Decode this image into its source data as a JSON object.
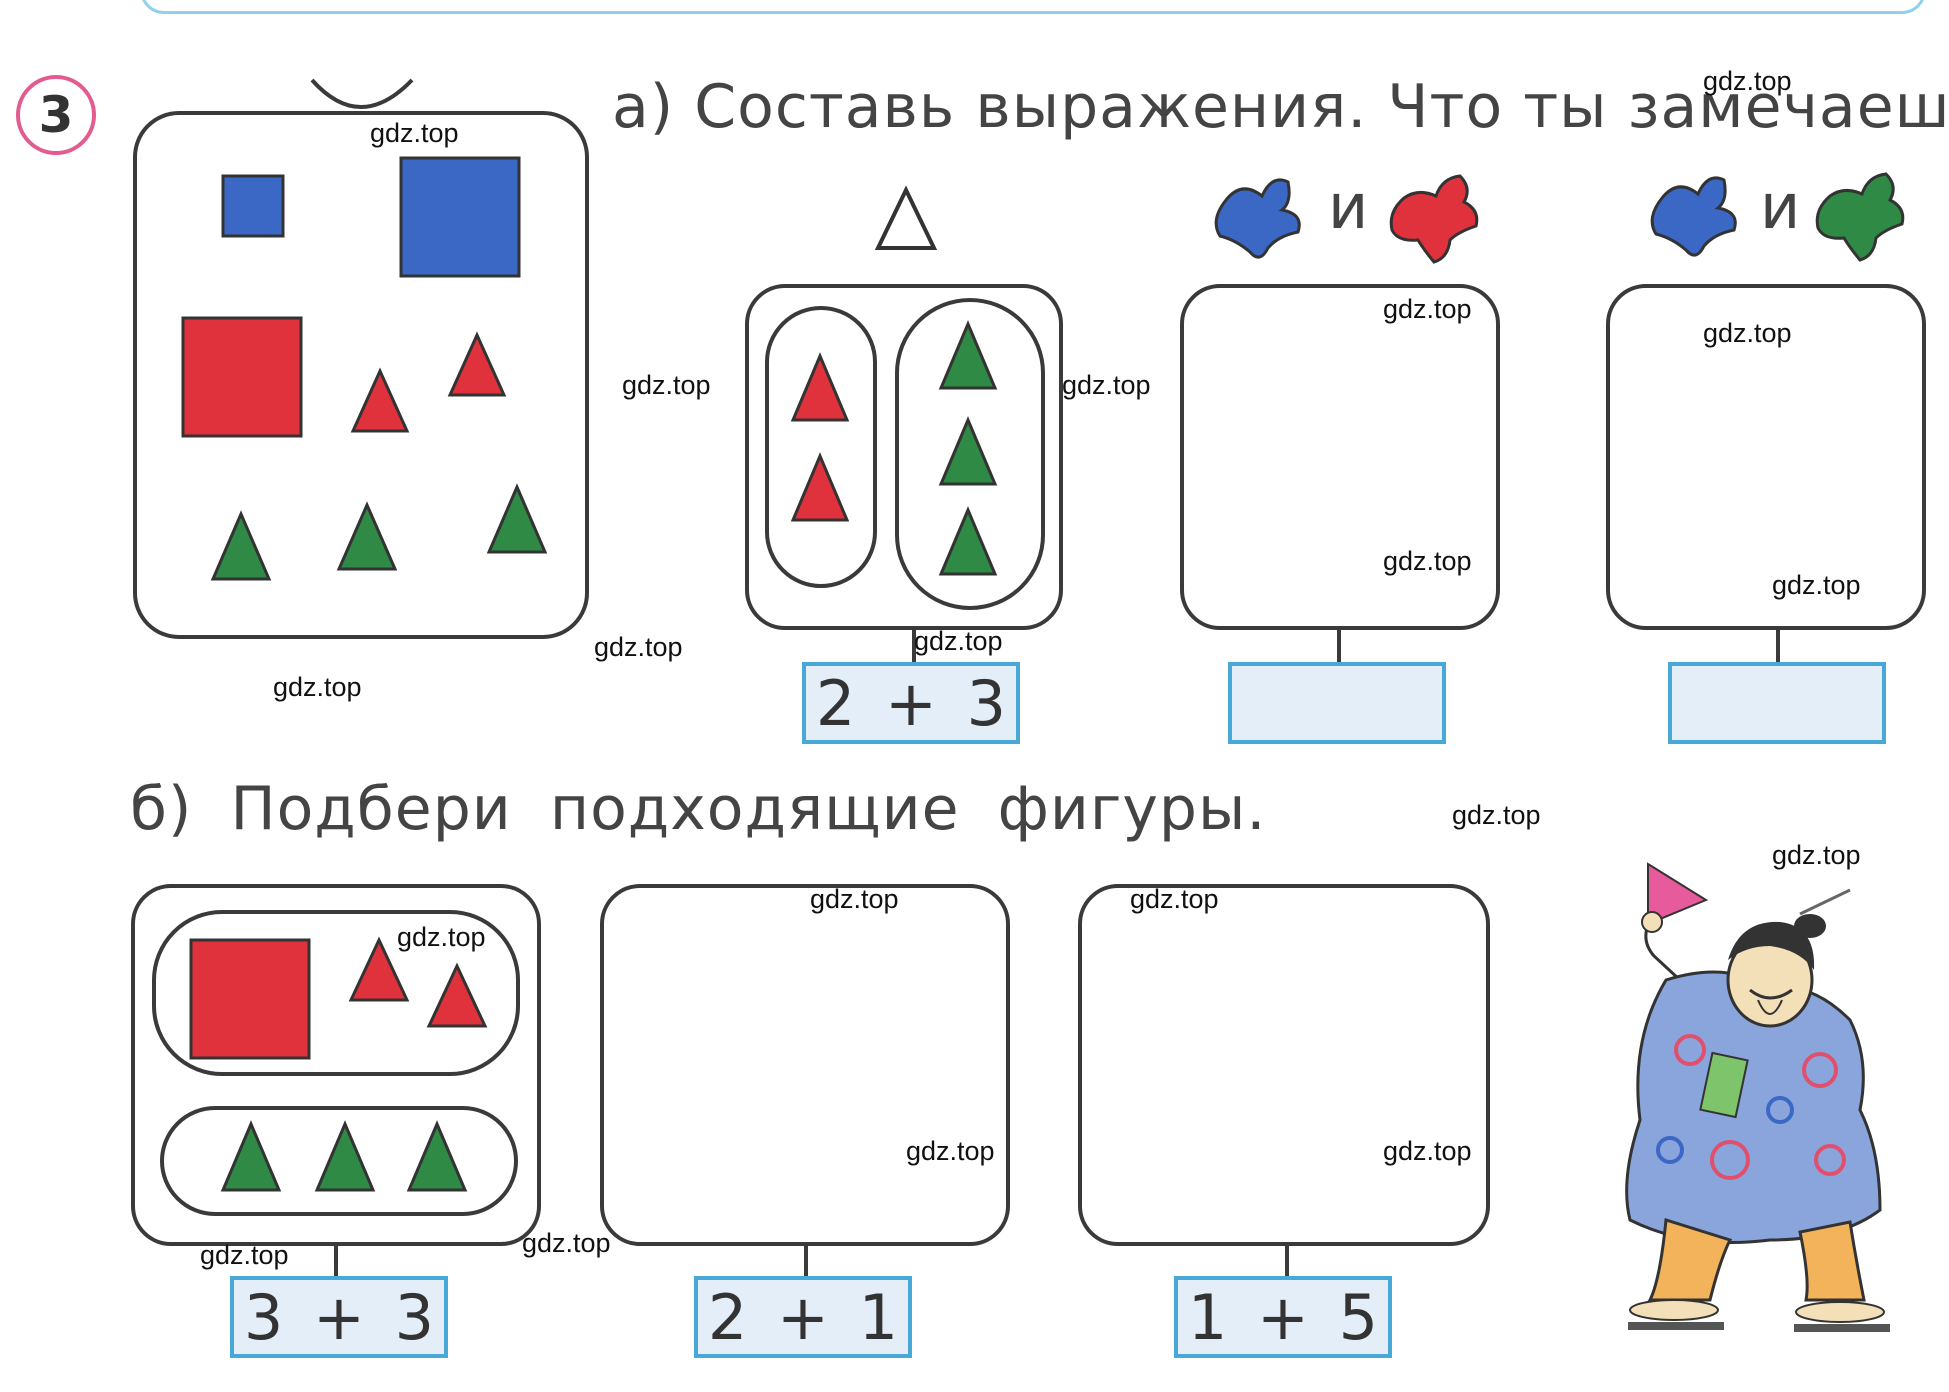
{
  "task": {
    "number": "3",
    "part_a_heading": "а) Составь выражения. Что ты замечаешь?",
    "part_b_heading": "б) Подбери подходящие фигуры."
  },
  "part_a": {
    "group1_label_icon": "triangle-outline-icon",
    "group1_answer": "2 + 3",
    "group2": {
      "and": "и",
      "left_blob": "blue-blob-icon",
      "right_blob": "red-blob-icon",
      "answer": ""
    },
    "group3": {
      "and": "и",
      "left_blob": "blue-blob-icon",
      "right_blob": "green-blob-icon",
      "answer": ""
    }
  },
  "part_b": {
    "answers": [
      "3 + 3",
      "2 + 1",
      "1 + 5"
    ]
  },
  "watermark": "gdz.top",
  "colors": {
    "red": "#e0323c",
    "blue": "#3a68c4",
    "green": "#2f8a45",
    "pink": "#e35b8f",
    "answer_border": "#48a9d8",
    "answer_fill": "#e3eef8"
  }
}
